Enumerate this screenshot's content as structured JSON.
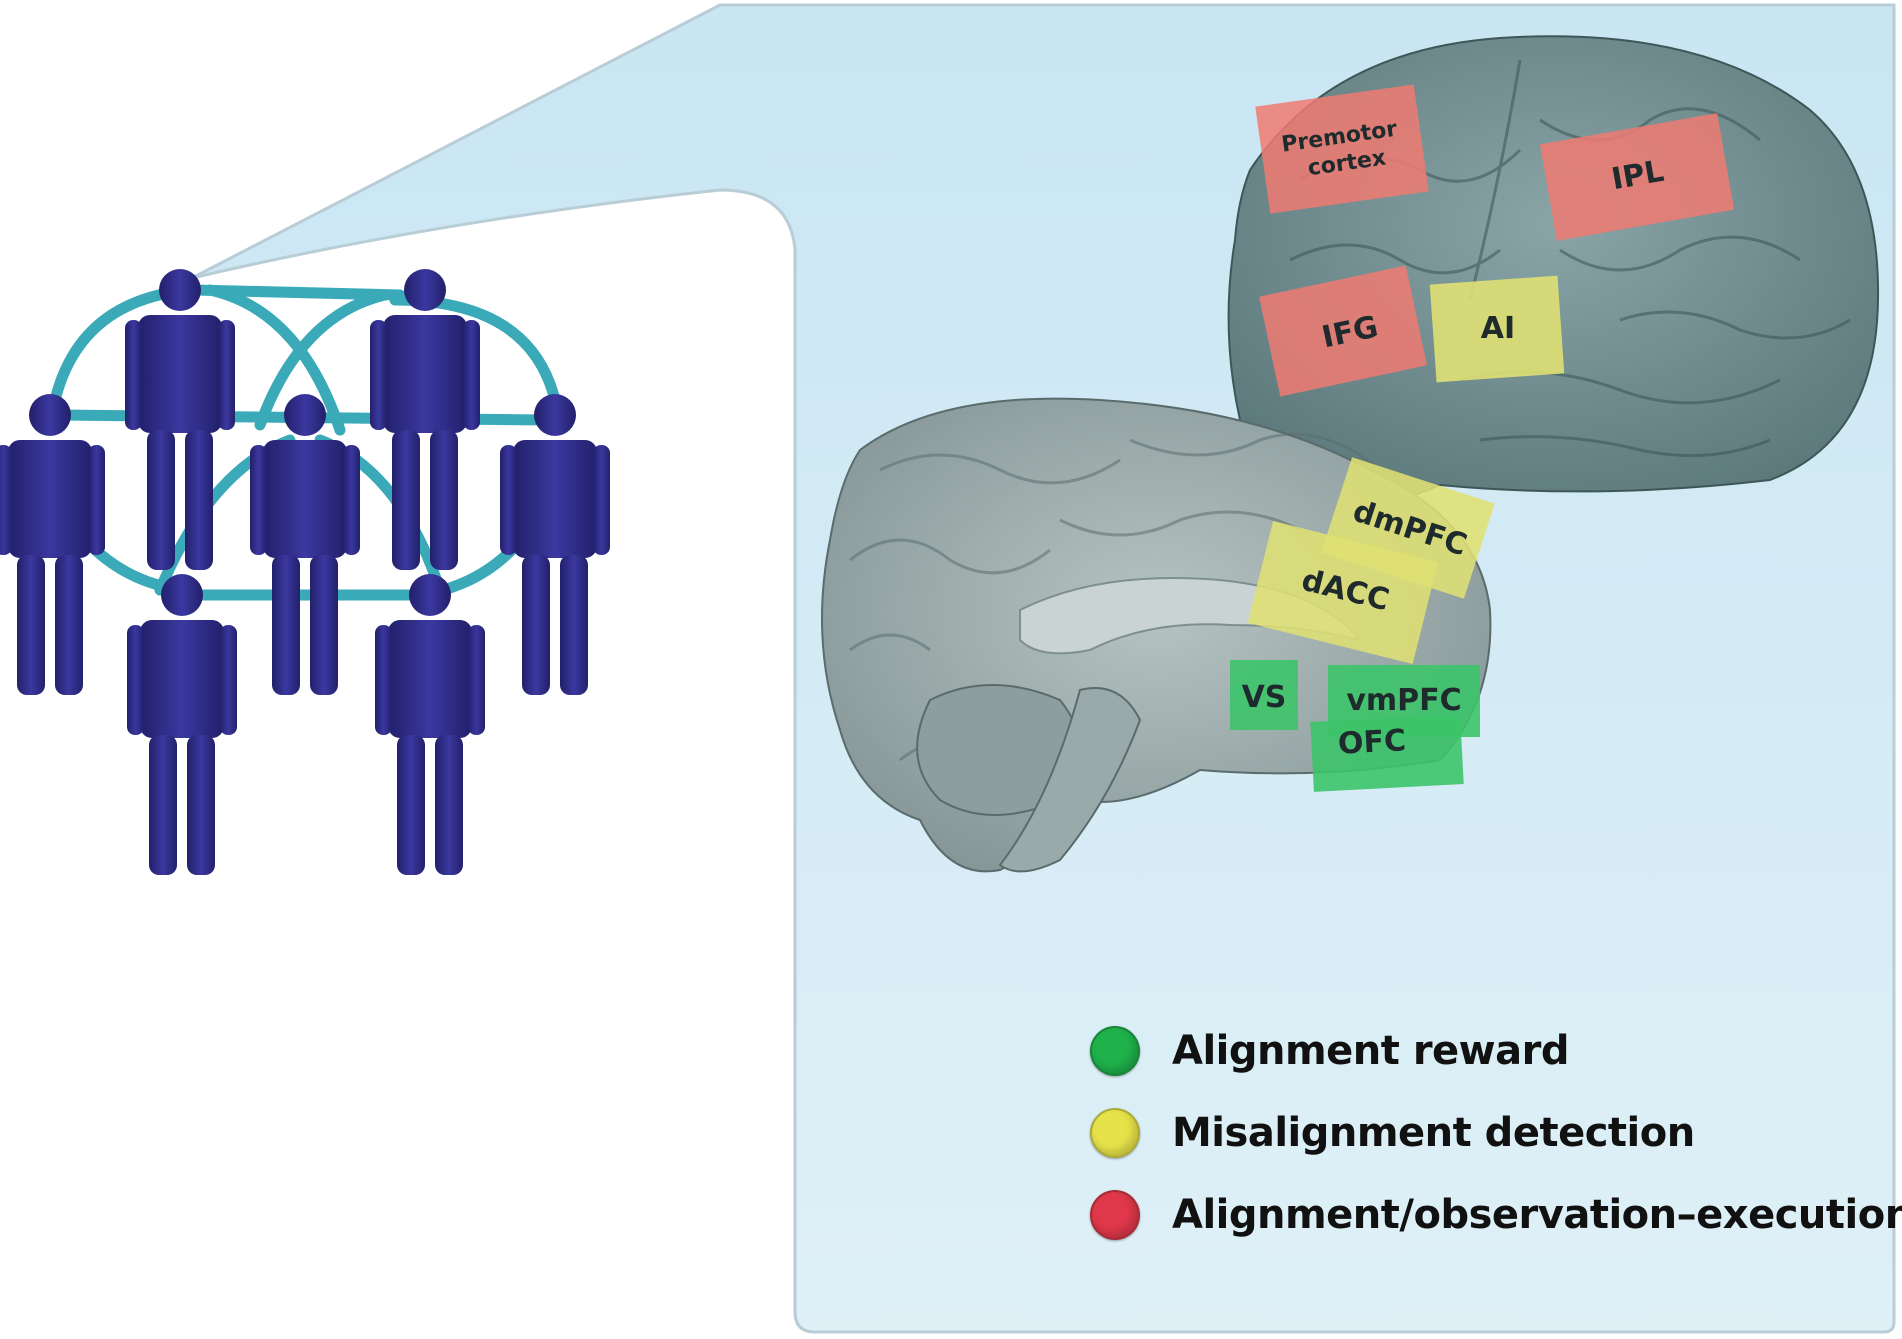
{
  "regions": {
    "premotor_cortex": "Premotor\ncortex",
    "ipl": "IPL",
    "ifg": "IFG",
    "ai": "AI",
    "dmpfc": "dmPFC",
    "dacc": "dACC",
    "vs": "VS",
    "vmpfc": "vmPFC",
    "ofc": "OFC"
  },
  "legend": [
    {
      "label": "Alignment reward",
      "color": "#1fb24a"
    },
    {
      "label": "Misalignment detection",
      "color": "#e6e34a"
    },
    {
      "label": "Alignment/observation–execution",
      "color": "#e0384a"
    }
  ],
  "colors": {
    "panel": "#d6ecf5",
    "person": "#2e2b86",
    "link": "#3aa9b8",
    "brain": "#6e8c8e",
    "brain_medial": "#9fadad",
    "red_zone": "#f07a72",
    "yellow_zone": "#dfe073",
    "green_zone": "#3cc46a"
  },
  "icons": [
    "person-icon",
    "network-link",
    "brain-lateral",
    "brain-medial"
  ]
}
